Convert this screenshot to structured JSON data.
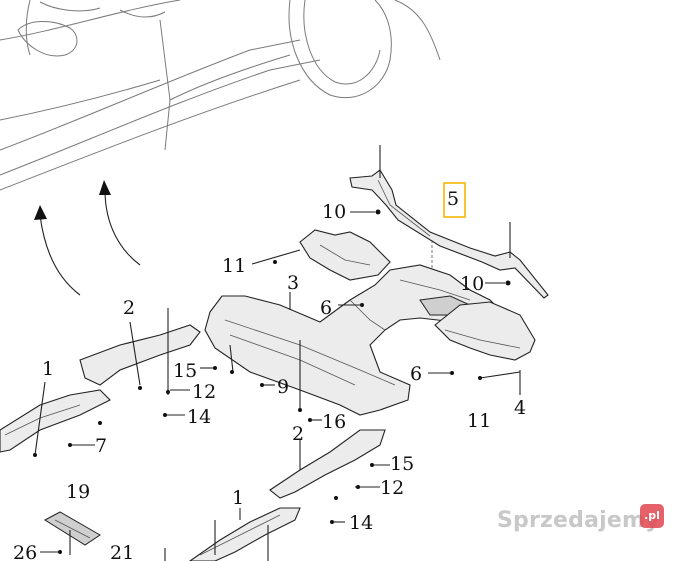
{
  "callouts": [
    {
      "id": "5",
      "text": "5",
      "highlighted": true
    },
    {
      "id": "10a",
      "text": "10"
    },
    {
      "id": "10b",
      "text": "10"
    },
    {
      "id": "11a",
      "text": "11"
    },
    {
      "id": "11b",
      "text": "11"
    },
    {
      "id": "3",
      "text": "3"
    },
    {
      "id": "6a",
      "text": "6"
    },
    {
      "id": "6b",
      "text": "6"
    },
    {
      "id": "2a",
      "text": "2"
    },
    {
      "id": "2b",
      "text": "2"
    },
    {
      "id": "1a",
      "text": "1"
    },
    {
      "id": "1b",
      "text": "1"
    },
    {
      "id": "15a",
      "text": "15"
    },
    {
      "id": "15b",
      "text": "15"
    },
    {
      "id": "12a",
      "text": "12"
    },
    {
      "id": "12b",
      "text": "12"
    },
    {
      "id": "9",
      "text": "9"
    },
    {
      "id": "14a",
      "text": "14"
    },
    {
      "id": "14b",
      "text": "14"
    },
    {
      "id": "16",
      "text": "16"
    },
    {
      "id": "7",
      "text": "7"
    },
    {
      "id": "4",
      "text": "4"
    },
    {
      "id": "19",
      "text": "19"
    },
    {
      "id": "26",
      "text": "26"
    },
    {
      "id": "21",
      "text": "21"
    }
  ],
  "highlight_color": "#f2b800",
  "watermark": {
    "text": "Sprzedajemy",
    "badge": ".pl",
    "icon": "sprzedajemy-logo"
  }
}
